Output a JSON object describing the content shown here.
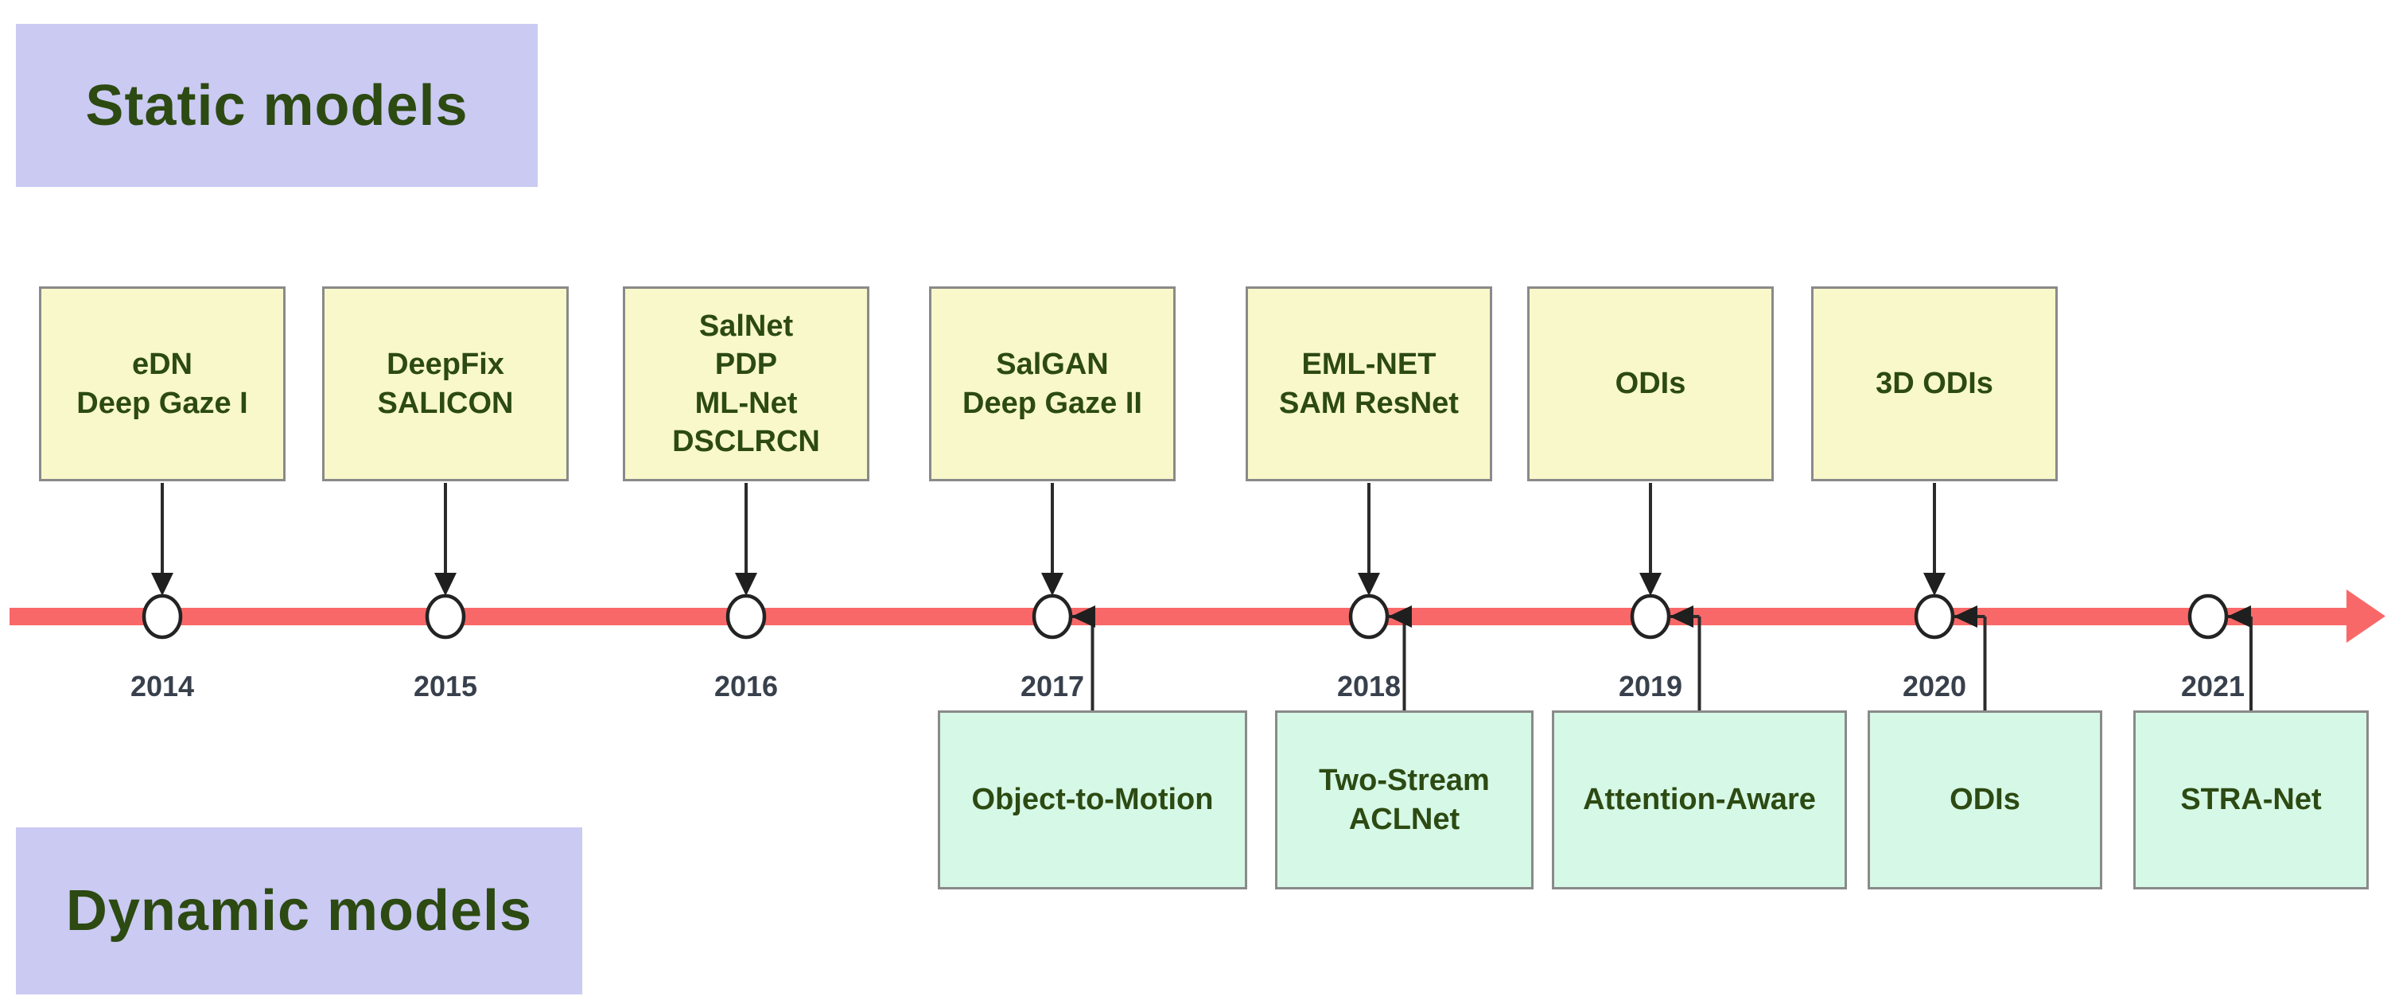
{
  "figure": {
    "type": "timeline-diagram",
    "subject": "saliency model history"
  },
  "legend": {
    "static_label": "Static models",
    "dynamic_label": "Dynamic models"
  },
  "timeline": {
    "years": [
      "2014",
      "2015",
      "2016",
      "2017",
      "2018",
      "2019",
      "2020",
      "2021"
    ]
  },
  "static_models": [
    {
      "year": "2014",
      "label": "eDN\nDeep Gaze I"
    },
    {
      "year": "2015",
      "label": "DeepFix\nSALICON"
    },
    {
      "year": "2016",
      "label": "SalNet\nPDP\nML-Net\nDSCLRCN"
    },
    {
      "year": "2017",
      "label": "SalGAN\nDeep Gaze II"
    },
    {
      "year": "2018",
      "label": "EML-NET\nSAM ResNet"
    },
    {
      "year": "2019",
      "label": "ODIs"
    },
    {
      "year": "2020",
      "label": "3D ODIs"
    }
  ],
  "dynamic_models": [
    {
      "year": "2017",
      "label": "Object-to-Motion"
    },
    {
      "year": "2018",
      "label": "Two-Stream\nACLNet"
    },
    {
      "year": "2019",
      "label": "Attention-Aware"
    },
    {
      "year": "2020",
      "label": "ODIs"
    },
    {
      "year": "2021",
      "label": "STRA-Net"
    }
  ],
  "colors": {
    "timeline_red": "#F96868",
    "static_box_fill": "#F8F8CA",
    "dynamic_box_fill": "#D6F8E6",
    "category_label_fill": "#CBCAF3",
    "box_border_gray": "#8A8A8A",
    "model_text_green": "#2C4A12",
    "year_text": "#38404C",
    "connector_black": "#2B2B2B"
  }
}
